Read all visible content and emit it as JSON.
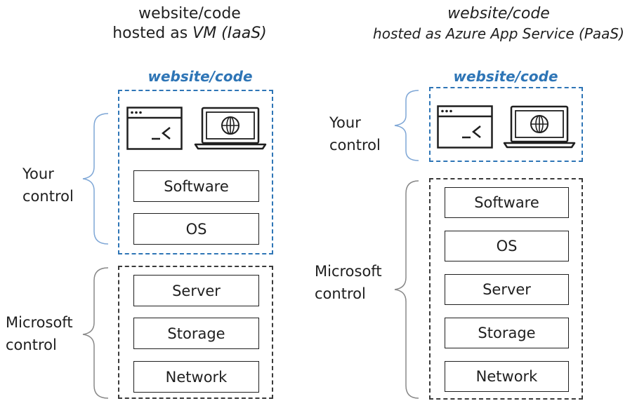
{
  "left": {
    "title_line1": "website/code",
    "title_line2_prefix": "hosted as ",
    "title_line2_emph": "VM (IaaS)",
    "box_label": "website/code",
    "your_control": [
      "Your",
      "control"
    ],
    "microsoft_control": [
      "Microsoft",
      "control"
    ],
    "your_layers": [
      "Software",
      "OS"
    ],
    "microsoft_layers": [
      "Server",
      "Storage",
      "Network"
    ]
  },
  "right": {
    "title_line1": "website/code",
    "title_line2": "hosted as Azure App Service (PaaS)",
    "box_label": "website/code",
    "your_control": [
      "Your",
      "control"
    ],
    "microsoft_control": [
      "Microsoft",
      "control"
    ],
    "microsoft_layers": [
      "Software",
      "OS",
      "Server",
      "Storage",
      "Network"
    ]
  },
  "icons": [
    "terminal-window-icon",
    "laptop-globe-icon"
  ],
  "colors": {
    "accent_blue": "#2e75b6",
    "dark": "#1f1f1f",
    "brace_blue": "#7fa7d6",
    "brace_gray": "#888888"
  }
}
